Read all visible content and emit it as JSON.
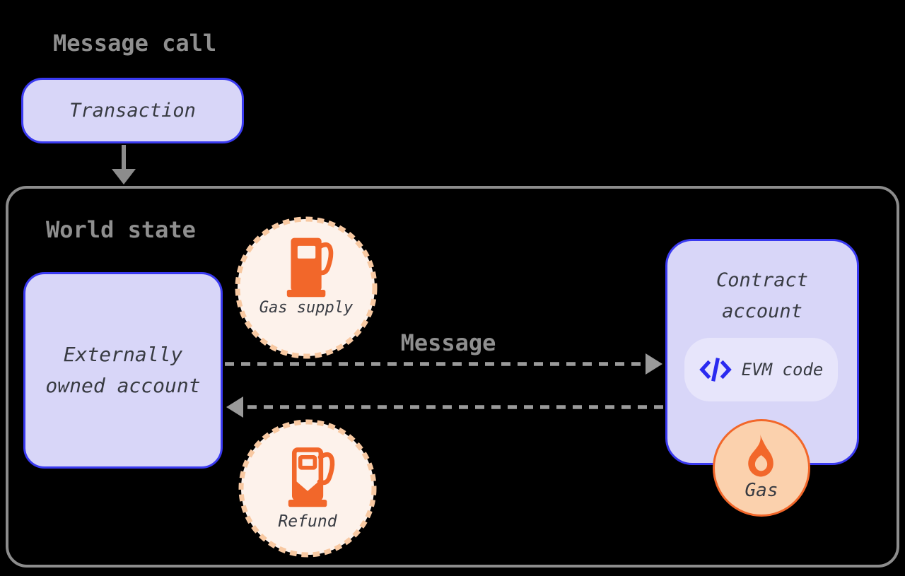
{
  "diagram": {
    "title": "Message call",
    "transaction": {
      "label": "Transaction"
    },
    "world_state": {
      "label": "World state"
    },
    "eoa": {
      "line1": "Externally",
      "line2": "owned account"
    },
    "gas_supply": {
      "line1": "Gas",
      "line2": "supply"
    },
    "message_arrow": {
      "label": "Message"
    },
    "contract": {
      "line1": "Contract",
      "line2": "account"
    },
    "evm": {
      "label": "EVM code"
    },
    "gas": {
      "label": "Gas"
    },
    "refund": {
      "label": "Refund"
    }
  },
  "icons": {
    "gas_supply": "gas-pump-icon",
    "refund": "gas-pump-refund-icon",
    "gas": "flame-icon",
    "evm": "code-icon",
    "transaction_flow": "down-arrow-icon",
    "message_flow": "dashed-right-arrow-icon",
    "return_flow": "dashed-left-arrow-icon"
  },
  "colors": {
    "background": "#000000",
    "node_fill": "#d8d6f8",
    "node_border": "#3a3af0",
    "pill_fill": "#e7e5fb",
    "accent_orange": "#f2672a",
    "gas_circle_fill": "#fbd1ad",
    "cream_circle_fill": "#fdf2eb",
    "dash_peach": "#f8c9a2",
    "label_gray": "#8f8f8f",
    "arrow_gray": "#9a9a9a",
    "text_dark": "#383b42",
    "code_icon_blue": "#2a2af0"
  }
}
